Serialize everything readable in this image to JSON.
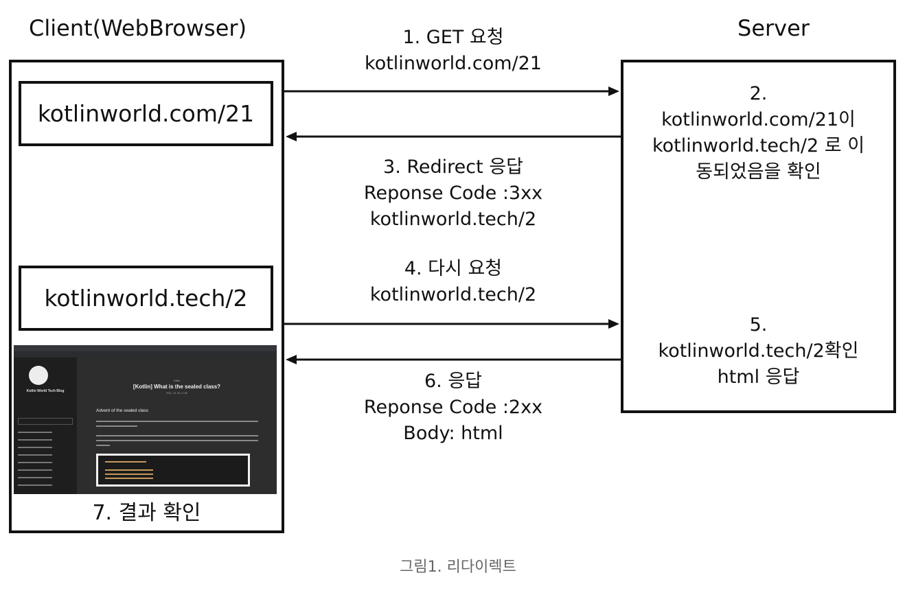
{
  "client": {
    "title": "Client(WebBrowser)",
    "url_box_1": "kotlinworld.com/21",
    "url_box_2": "kotlinworld.tech/2",
    "result_label": "7. 결과 확인",
    "screenshot": {
      "blog_name": "Kotlin World Tech Blog",
      "post_category": "Kotlin",
      "post_title": "[Kotlin] What is the sealed class?",
      "post_date": "2021. 10. 26. 17:28",
      "section_heading": "Advent of the sealed class"
    }
  },
  "server": {
    "title": "Server",
    "step2": [
      "2.",
      "kotlinworld.com/21이",
      "kotlinworld.tech/2 로 이",
      "동되었음을 확인"
    ],
    "step5": [
      "5.",
      "kotlinworld.tech/2확인",
      "html 응답"
    ]
  },
  "messages": {
    "step1": [
      "1. GET 요청",
      "kotlinworld.com/21"
    ],
    "step3": [
      "3. Redirect 응답",
      "Reponse Code :3xx",
      "kotlinworld.tech/2"
    ],
    "step4": [
      "4. 다시 요청",
      "kotlinworld.tech/2"
    ],
    "step6": [
      "6. 응답",
      "Reponse Code :2xx",
      "Body: html"
    ]
  },
  "caption": "그림1. 리다이렉트"
}
